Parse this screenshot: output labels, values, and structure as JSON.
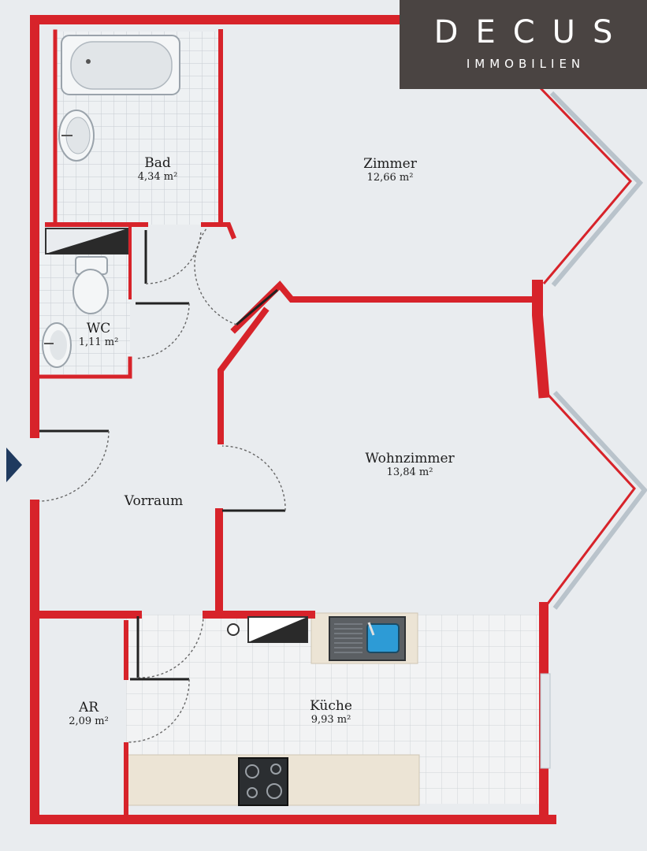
{
  "logo": {
    "brand": "DECUS",
    "subtitle": "IMMOBILIEN",
    "background": "#4a4442"
  },
  "colors": {
    "wall": "#d7232a",
    "floor": "#e9ecef",
    "tile_line": "#c7ccd1",
    "counter": "#ece4d5",
    "entrance_marker": "#1f3a5f"
  },
  "rooms": {
    "bad": {
      "name": "Bad",
      "area": "4,34 m²"
    },
    "zimmer": {
      "name": "Zimmer",
      "area": "12,66 m²"
    },
    "wc": {
      "name": "WC",
      "area": "1,11 m²"
    },
    "wohnzimmer": {
      "name": "Wohnzimmer",
      "area": "13,84 m²"
    },
    "vorraum": {
      "name": "Vorraum",
      "area": ""
    },
    "ar": {
      "name": "AR",
      "area": "2,09 m²"
    },
    "kueche": {
      "name": "Küche",
      "area": "9,93 m²"
    }
  },
  "fixtures": [
    "bathtub-icon",
    "sink-icon",
    "toilet-icon",
    "kitchen-sink-icon",
    "stove-icon",
    "shaft-icon"
  ]
}
